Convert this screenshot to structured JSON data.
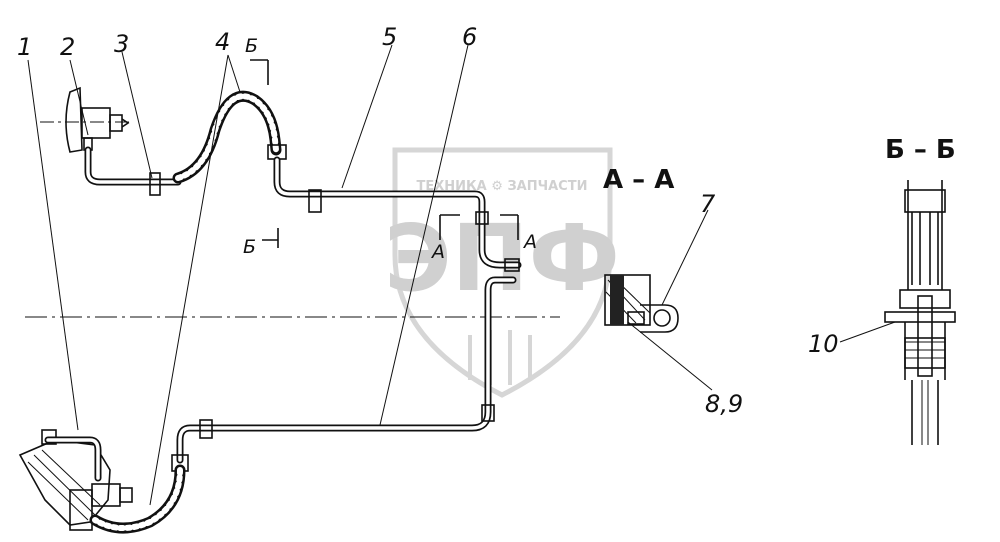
{
  "drawing": {
    "callouts": [
      "1",
      "2",
      "3",
      "4",
      "5",
      "6",
      "7",
      "8,9",
      "10"
    ],
    "section_marks": {
      "b_top": "Б",
      "b_bottom": "Б",
      "a_left": "А",
      "a_right": "А"
    },
    "section_titles": {
      "aa": "А – А",
      "bb": "Б – Б"
    }
  },
  "watermark": {
    "logo_letters": "ЭПФ",
    "caption": "ТЕХНИКА ⚙ ЗАПЧАСТИ"
  }
}
